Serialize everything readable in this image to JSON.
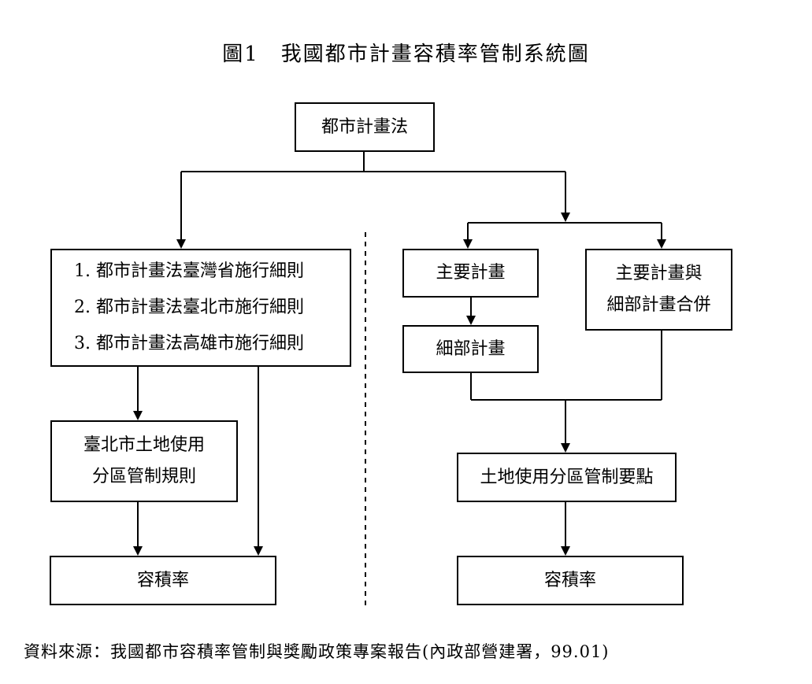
{
  "figure": {
    "title": "圖1　我國都市計畫容積率管制系統圖",
    "source": "資料來源：我國都市容積率管制與獎勵政策專案報告(內政部營建署，99.01)"
  },
  "nodes": {
    "root": "都市計畫法",
    "rules": [
      "1. 都市計畫法臺灣省施行細則",
      "2. 都市計畫法臺北市施行細則",
      "3. 都市計畫法高雄市施行細則"
    ],
    "taipei_zoning": [
      "臺北市土地使用",
      "分區管制規則"
    ],
    "far_left": "容積率",
    "main_plan": "主要計畫",
    "combined_plan": [
      "主要計畫與",
      "細部計畫合併"
    ],
    "detail_plan": "細部計畫",
    "zoning_points": "土地使用分區管制要點",
    "far_right": "容積率"
  },
  "colors": {
    "stroke": "#000000",
    "background": "#ffffff"
  }
}
